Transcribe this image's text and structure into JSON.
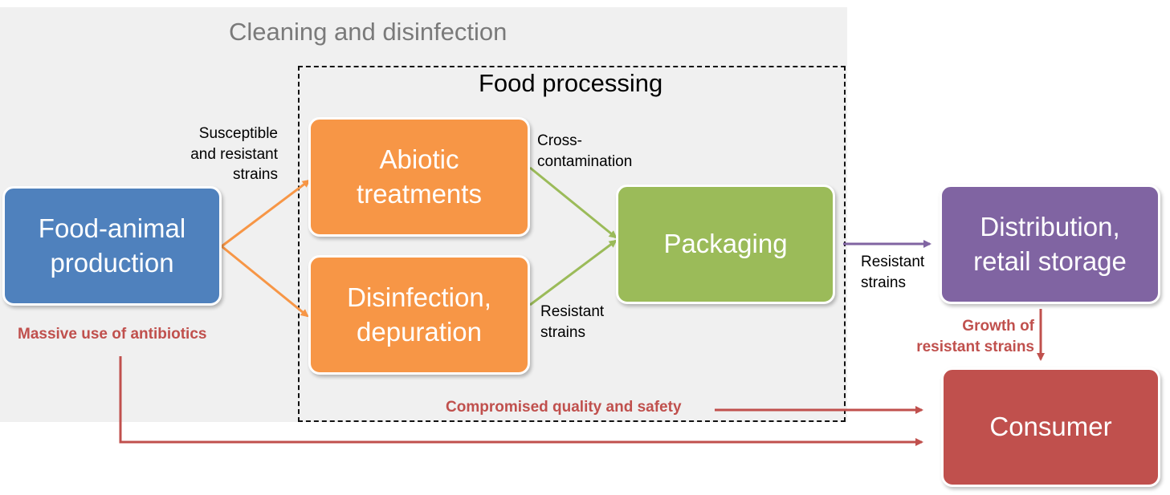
{
  "colors": {
    "blue": "#4f81bd",
    "orange": "#f79646",
    "green": "#9bbb59",
    "purple": "#8064a2",
    "red": "#c0504d",
    "region_bg": "#f0f0f0"
  },
  "regions": {
    "cleaning_title": "Cleaning and disinfection",
    "processing_title": "Food processing"
  },
  "nodes": {
    "food_animal": "Food-animal\nproduction",
    "abiotic": "Abiotic\ntreatments",
    "disinfection": "Disinfection,\ndepuration",
    "packaging": "Packaging",
    "distribution": "Distribution,\nretail storage",
    "consumer": "Consumer"
  },
  "edge_labels": {
    "susceptible": "Susceptible\nand resistant\nstrains",
    "cross_contamination": "Cross-\ncontamination",
    "resistant_from_disinfection": "Resistant\nstrains",
    "resistant_to_distribution": "Resistant\nstrains",
    "growth": "Growth of\nresistant strains",
    "compromised": "Compromised quality and safety",
    "antibiotics": "Massive use of antibiotics"
  }
}
